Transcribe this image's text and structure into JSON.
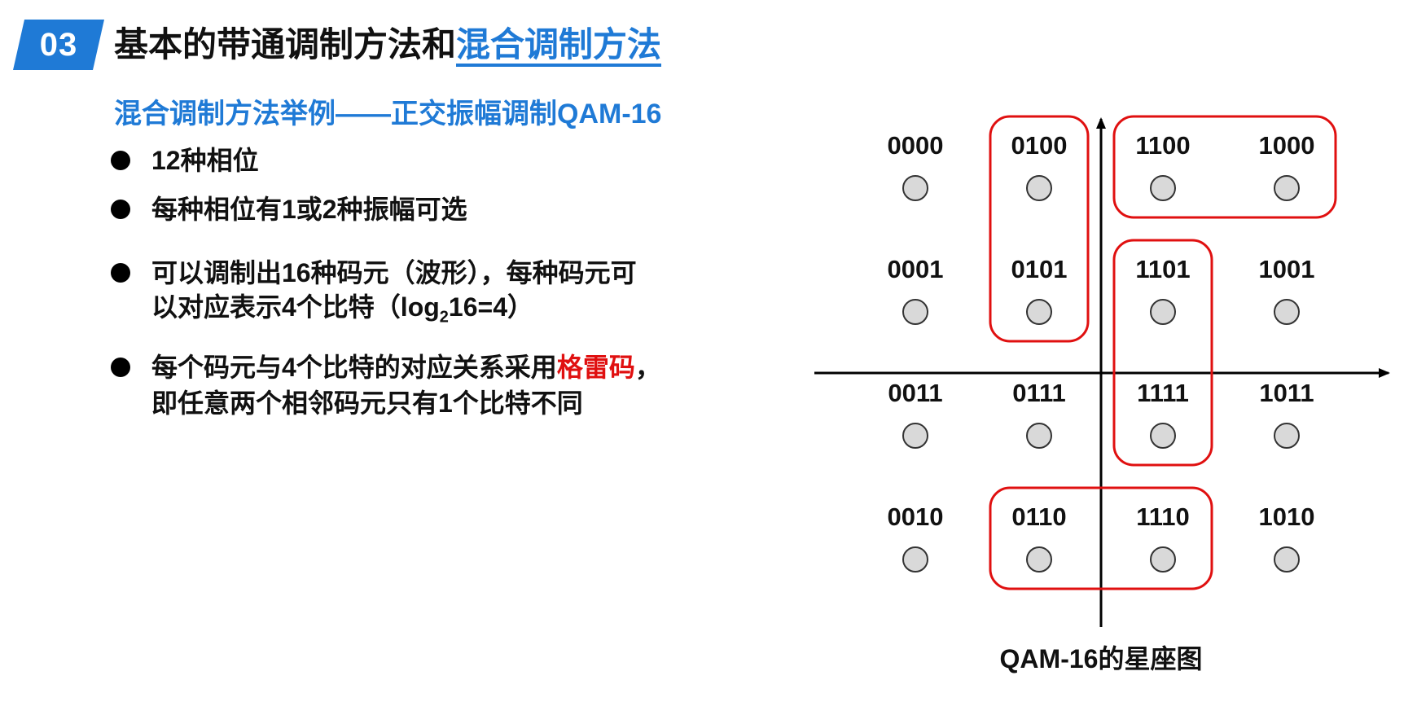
{
  "header": {
    "badge": "03",
    "title_plain": "基本的带通调制方法和",
    "title_highlight": "混合调制方法"
  },
  "subtitle": "混合调制方法举例——正交振幅调制QAM-16",
  "bullets": {
    "b1": "12种相位",
    "b2": "每种相位有1或2种振幅可选",
    "b3_line1": "可以调制出16种码元（波形），每种码元可",
    "b3_line2_pre": "以对应表示4个比特（log",
    "b3_line2_sub": "2",
    "b3_line2_post": "16=4）",
    "b4_line1_pre": "每个码元与4个比特的对应关系采用",
    "b4_line1_red": "格雷码",
    "b4_line1_post": "，",
    "b4_line2": "即任意两个相邻码元只有1个比特不同"
  },
  "constellation": {
    "caption": "QAM-16的星座图",
    "rows": [
      [
        "0000",
        "0100",
        "1100",
        "1000"
      ],
      [
        "0001",
        "0101",
        "1101",
        "1001"
      ],
      [
        "0011",
        "0111",
        "1111",
        "1011"
      ],
      [
        "0010",
        "0110",
        "1110",
        "1010"
      ]
    ],
    "groups": [
      [
        "0100",
        "0101"
      ],
      [
        "1100",
        "1000"
      ],
      [
        "1101",
        "1111"
      ],
      [
        "0110",
        "1110"
      ]
    ],
    "colors": {
      "point_fill": "#d9d9d9",
      "group_stroke": "#e01010",
      "axis": "#000000"
    }
  },
  "colors": {
    "accent": "#1f7ad6",
    "highlight_red": "#e01010"
  }
}
